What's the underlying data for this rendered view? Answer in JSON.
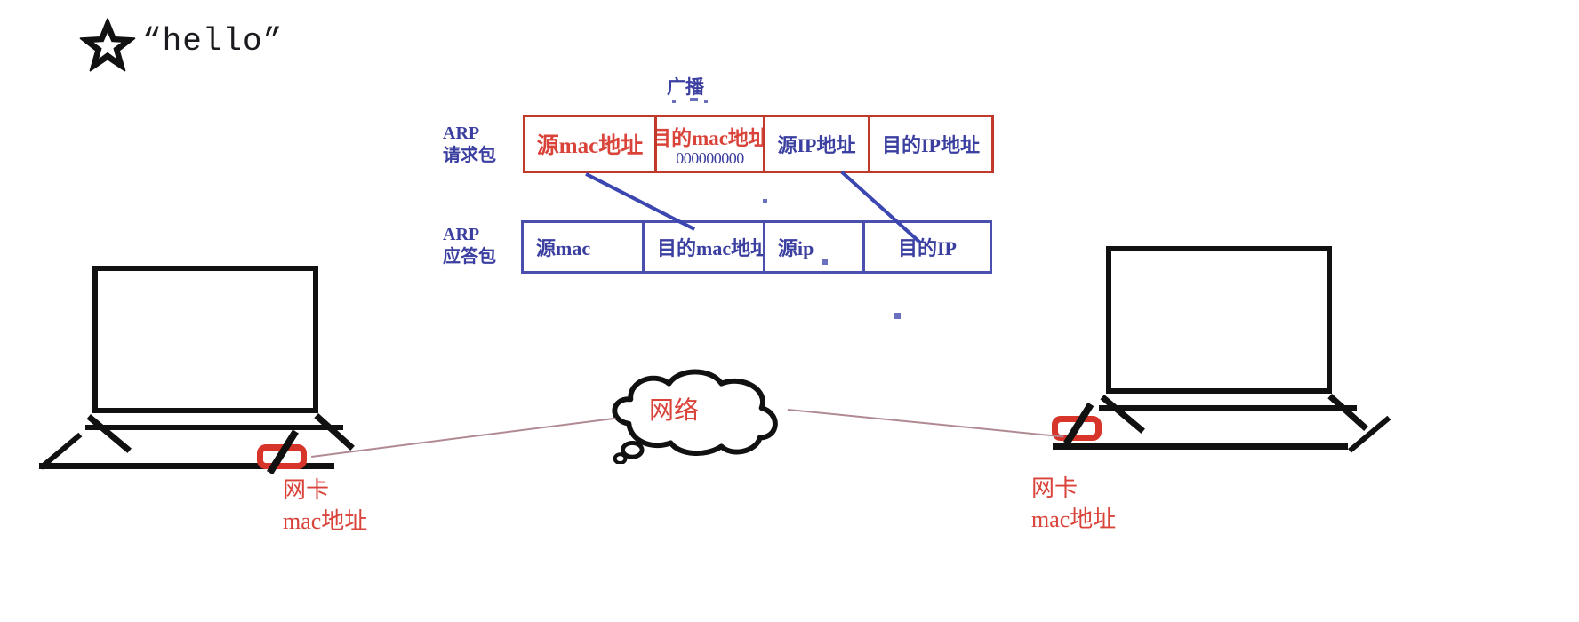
{
  "annotation": {
    "star_icon": "star-icon",
    "hello_text": "“hello”"
  },
  "broadcast": {
    "label": "广播"
  },
  "packets": [
    {
      "id": "arp-request",
      "side_label_line1": "ARP",
      "side_label_line2": "请求包",
      "border_color": "#c0392b",
      "cells": [
        {
          "text": "源mac地址",
          "sub": "",
          "color": "#d9433a",
          "width": 148
        },
        {
          "text": "目的mac地址",
          "sub": "000000000",
          "color": "#d9433a",
          "width": 122
        },
        {
          "text": "源IP地址",
          "sub": "",
          "color": "#3b3fa0",
          "width": 118
        },
        {
          "text": "目的IP地址",
          "sub": "",
          "color": "#3b3fa0",
          "width": 136
        }
      ]
    },
    {
      "id": "arp-reply",
      "side_label_line1": "ARP",
      "side_label_line2": "应答包",
      "border_color": "#4a4fae",
      "cells": [
        {
          "text": "源mac",
          "sub": "",
          "color": "#3b3fa0",
          "width": 136
        },
        {
          "text": "目的mac地址",
          "sub": "",
          "color": "#3b3fa0",
          "width": 136
        },
        {
          "text": "源ip",
          "sub": "",
          "color": "#3b3fa0",
          "width": 112
        },
        {
          "text": "目的IP",
          "sub": "",
          "color": "#3b3fa0",
          "width": 140
        }
      ]
    }
  ],
  "network": {
    "cloud_label": "网络",
    "cloud_label_color": "#d9433a"
  },
  "hosts": [
    {
      "id": "left-host",
      "nic_label_line1": "网卡",
      "nic_label_line2": "mac地址",
      "nic_color": "#d8352a"
    },
    {
      "id": "right-host",
      "nic_label_line1": "网卡",
      "nic_label_line2": "mac地址",
      "nic_color": "#d8352a"
    }
  ],
  "colors": {
    "red": "#d9433a",
    "blue": "#3b3fa0",
    "ink": "#111111",
    "wire": "#b08a92"
  }
}
